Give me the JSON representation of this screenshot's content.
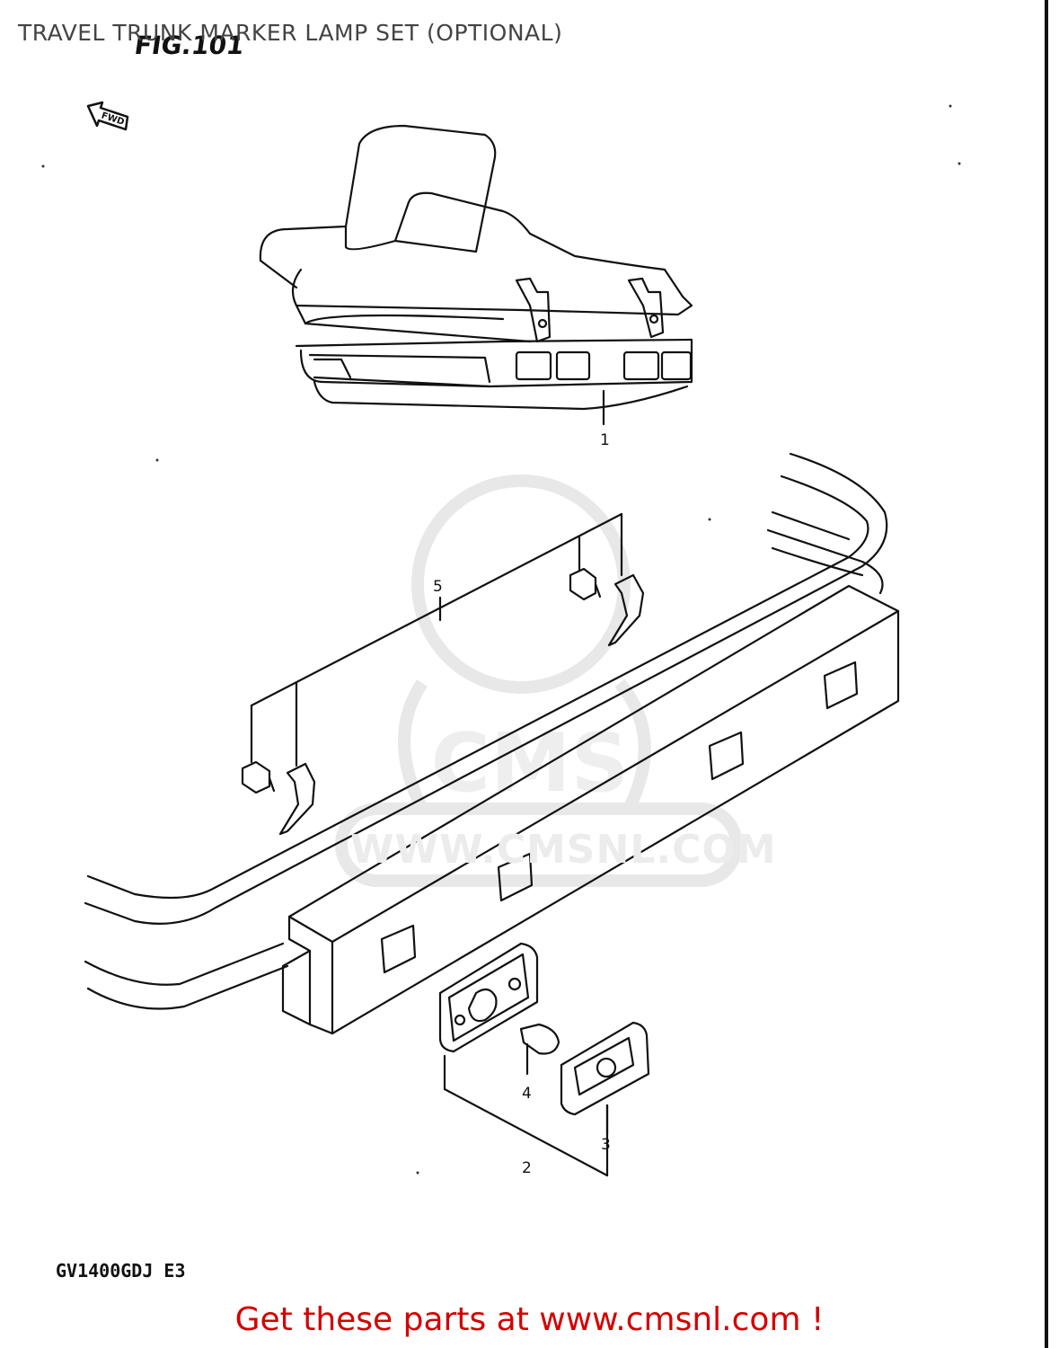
{
  "header": {
    "title": "TRAVEL TRUNK MARKER LAMP SET (OPTIONAL)",
    "figure": "FIG.101",
    "fwd_label": "FWD"
  },
  "model": "GV1400GDJ E3",
  "callouts": [
    {
      "id": "1",
      "label": "1"
    },
    {
      "id": "2",
      "label": "2"
    },
    {
      "id": "3",
      "label": "3"
    },
    {
      "id": "4",
      "label": "4"
    },
    {
      "id": "5",
      "label": "5"
    }
  ],
  "watermark": {
    "text": "WWW.CMSNL.COM",
    "logo_text": "CMS"
  },
  "footer": {
    "text": "Get these parts at www.cmsnl.com !"
  },
  "colors": {
    "footer": "#d40000",
    "line": "#111111",
    "watermark": "#e6e6e6"
  }
}
